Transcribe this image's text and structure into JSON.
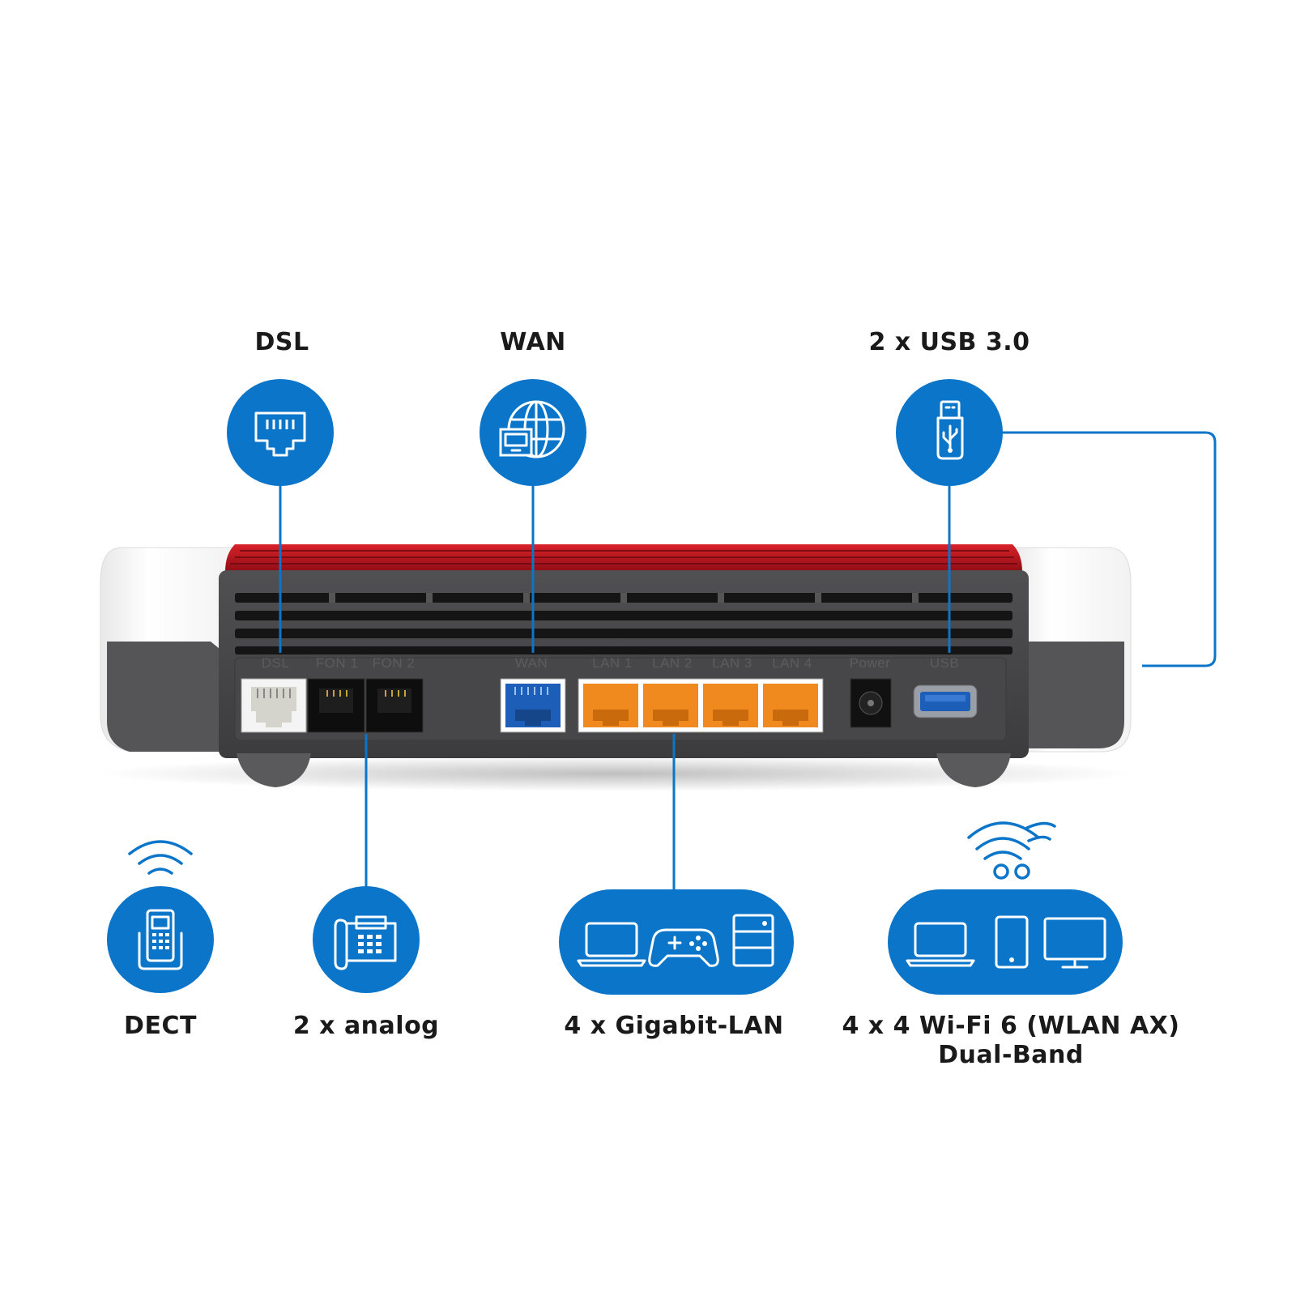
{
  "colors": {
    "accent": "#0b75c9",
    "router_red": "#c8141e",
    "router_dark": "#4a4a4c",
    "lan_orange": "#f08a1e",
    "wan_blue": "#1d5fb8"
  },
  "feature_labels": {
    "dsl": "DSL",
    "wan": "WAN",
    "usb": "2 x USB 3.0",
    "dect": "DECT",
    "analog": "2 x analog",
    "lan": "4 x Gigabit-LAN",
    "wifi_line1": "4 x 4 Wi-Fi 6 (WLAN AX)",
    "wifi_line2": "Dual-Band"
  },
  "port_labels": {
    "dsl": "DSL",
    "fon1": "FON 1",
    "fon2": "FON 2",
    "wan": "WAN",
    "lan1": "LAN 1",
    "lan2": "LAN 2",
    "lan3": "LAN 3",
    "lan4": "LAN 4",
    "power": "Power",
    "usb": "USB"
  },
  "icons": {
    "dsl": "ethernet-port-icon",
    "wan": "globe-network-icon",
    "usb": "usb-stick-icon",
    "dect": "cordless-phone-icon",
    "analog": "desk-phone-icon",
    "lan": [
      "laptop-icon",
      "gamepad-icon",
      "nas-icon"
    ],
    "wifi": [
      "laptop-icon",
      "smartphone-icon",
      "monitor-icon"
    ],
    "wifi_signal": "wifi-signal-icon",
    "dect_signal": "dect-signal-icon"
  }
}
